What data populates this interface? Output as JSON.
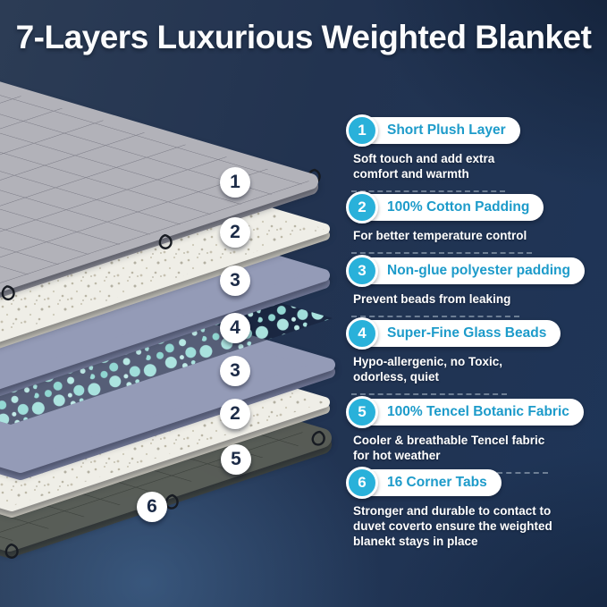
{
  "title": "7-Layers Luxurious Weighted Blanket",
  "colors": {
    "accent_cyan": "#29b1da",
    "pill_label_cyan": "#1d9bca",
    "badge_number_navy": "#1c2b47",
    "background_navy": "#223350",
    "layer_plush_gray": "#b2b2b9",
    "layer_cotton_white": "#efeee7",
    "layer_polyester_periwinkle": "#949bb7",
    "layer_tencel_dark": "#5d6056",
    "glass_beads_teal": "#a9e2de"
  },
  "diagram": {
    "badges": [
      {
        "label": "1"
      },
      {
        "label": "2"
      },
      {
        "label": "3"
      },
      {
        "label": "4"
      },
      {
        "label": "3"
      },
      {
        "label": "2"
      },
      {
        "label": "5"
      },
      {
        "label": "6"
      }
    ],
    "corner_tab_icon": "fabric-loop"
  },
  "legend": {
    "items": [
      {
        "number": "1",
        "label": "Short Plush Layer",
        "description": "Soft touch and add extra comfort and warmth"
      },
      {
        "number": "2",
        "label": "100% Cotton Padding",
        "description": "For better temperature control"
      },
      {
        "number": "3",
        "label": "Non-glue polyester padding",
        "description": "Prevent beads from leaking"
      },
      {
        "number": "4",
        "label": "Super-Fine Glass Beads",
        "description": "Hypo-allergenic, no Toxic, odorless, quiet"
      },
      {
        "number": "5",
        "label": "100% Tencel Botanic Fabric",
        "description": "Cooler & breathable Tencel fabric for hot weather"
      },
      {
        "number": "6",
        "label": "16 Corner Tabs",
        "description": "Stronger and durable to contact to duvet coverto ensure the weighted blanekt stays in place"
      }
    ]
  }
}
